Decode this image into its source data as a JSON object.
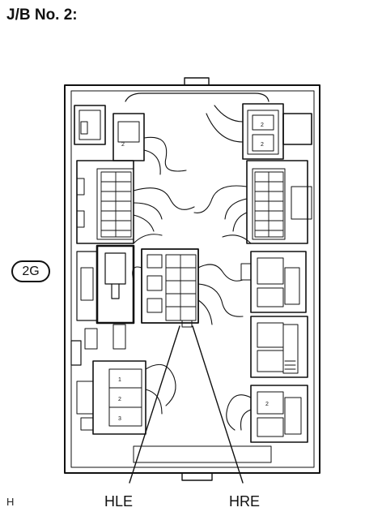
{
  "title": "J/B No. 2:",
  "connector_id": "2G",
  "labels": {
    "hle": "HLE",
    "hre": "HRE"
  },
  "figure_code": "H",
  "colors": {
    "line": "#111111",
    "background": "#ffffff"
  }
}
